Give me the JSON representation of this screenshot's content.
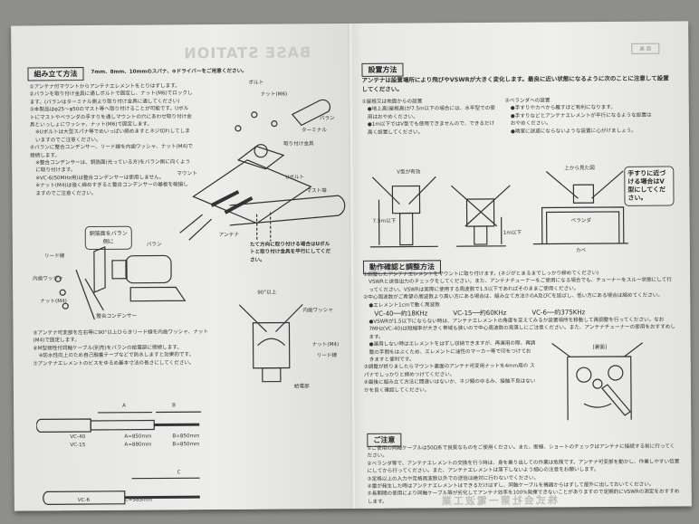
{
  "left": {
    "assembly_title": "組み立て方法",
    "tools_note": "7mm、8mm、10mmのスパナ、⊕ドライバーをご用意ください。",
    "steps": [
      "①アンテナ付マウントからアンテナエレメントをとりはずします。",
      "②バランを取り付け金具に通しボルトで固定し、ナット(M6)でロックします。(バランはターミナル側より取り付け金具に通してください)",
      "③本製品はφ25〜φ50のマスト等へ取り付けることが可能です。Uボルトにマストやベランダの手すりを通しマウントの穴にあわせ取り付け金具といっしょにワッシャ、ナット(M6)で固定します。",
      "※Uボルトは大型スパナ等でめいっぱい締めますとネジ切れしてしまいますのでご注意ください。",
      "④バランに整合コンデンサー、リード線を内歯ワッシャ、ナット(M4)で接続します。",
      "※整合コンデンサーは、銅箔面(光っている方)をバラン側に向くように取り付けます。",
      "※VC-6(50MHz用)は整合コンデンサーは使用しません。",
      "※ナット(M4)は強く締めすぎると整合コンデンサーの基板を破損しますのでご注意ください。"
    ],
    "steps2": [
      "⑤アンテナ可変部を左右等に90°以上ひらきリード線を内歯ワッシャ、ナット(M4)で固定します。",
      "⑥M型接栓付同軸ケーブル(別売)をバランの給電部に接続します。",
      "※防水性向上のため自己融着テープなどで防水しますと効果的です。",
      "⑦アンテナエレメントのビスをゆるめ基本寸法の長さにしてください。"
    ],
    "diagram_labels": {
      "bolt": "ボルト",
      "nut_m6": "ナット(M6)",
      "balun": "バラン",
      "terminal": "ターミナル",
      "bracket": "取り付け金具",
      "mount": "マウント",
      "u_bolt": "Uボルト",
      "mast": "マスト等",
      "antenna": "アンテナ",
      "lead_wire": "リード線",
      "inner_washer": "内歯ワッシャ",
      "nut_m4": "ナット(M4)",
      "capacitor": "整合コンデンサー",
      "copper_note": "銅箔面をバラン側に",
      "vertical_note": "たて方向に取り付ける場合はUボルトと取り付け金具を平行にしてください。",
      "feed": "給電部",
      "deg90": "90°以上",
      "nut_m4b": "ナット(M4)",
      "lead_wire2": "リード線",
      "washer2": "内歯ワッシャ"
    },
    "dimensions": {
      "A": "A",
      "B": "B",
      "C": "C",
      "vc40": "VC-40",
      "vc15": "VC-15",
      "vc6": "VC-6",
      "a40": "A=850mm",
      "a15": "A=880mm",
      "b40": "B=850mm",
      "b15": "B=850mm",
      "c6": "C=585mm"
    },
    "watermark": "BASE STATION"
  },
  "right": {
    "install_title": "設置方法",
    "install_intro": "アンテナは設置場所により飛びやVSWRが大きく変化します。最良に近い状態になるように次のことに注意して設置してください。",
    "ground_title": "①屋根又は地面からの設置",
    "ground_items": [
      "●地上高(屋根高)が7.5m以下の場合には、水平型での使用はおやめください。",
      "●1m以下ではV型でも使用できませんので、できるだけ高く設置してください。"
    ],
    "balcony_title": "②ベランダへの設置",
    "balcony_items": [
      "●手すりやカベから離すほど有利になります。",
      "●手すりなどとアンテナエレメントが平行になるような設置はおやめください。",
      "●隣室に迷惑にならないような設置に心がけましょう。"
    ],
    "fig_labels": {
      "v_best": "V型が有効",
      "h75": "7.5m以下",
      "h1": "1m以下",
      "top_view": "上から見た図",
      "veranda": "ベランダ",
      "wall": "カベ"
    },
    "balcony_note": "手すりに近づける場合はV型にしてください。",
    "page_tag": "裏 面",
    "check_title": "動作確認と調整方法",
    "check_items": [
      "①調整したアンテナエレメントをマウントに取り付けます。(ネジがとまるまでしっかり締めてください)",
      "VSWRと送信出力のチェックをしてください。また、アンテナチューナーをご使用になる場合でも、チューナーをスルー状態にして行ってください。VSWRは実際に使用する周波数で1.5以下であればそのままご使用ください。",
      "②中心周波数がご希望の周波数より高い方にある場合は、組み立て方法⑦のA及びCを延ばし、低い方にある場合は縮めてください。",
      "●エレメント1cmで動く周波数"
    ],
    "freq": [
      "VC-40──約18KHz",
      "VC-15──約60KHz",
      "VC-6──約375KHz"
    ],
    "check_items2": [
      "●VSWRが1.5以下にならない時は、アンテナエレメントの角度を変えてみるか設置場所を移動して再調整を行ってください。なお7MHz(VC-40)は短縮率が大きく帯域も狭いので中心周波数の見落しにご注意ください。また、アンテナチューナーの使用をおすすめします。",
      "●運用しない時はエレメントをはずし収納できますが、再運用の際、再調整の手間をはぶくため、エレメントに油性のマーカー等で印をつけておきますと便利です。",
      "③調整が終りましたらマウント裏面のアンテナ可変用ナットを4mm用の スパナでしっかりと締めつけてください。",
      "④最後に組み立て方法に間違いはないか、ネジ類のゆるみ、接触不良はないかを良く確認してください。"
    ],
    "back_label": "[裏面]",
    "caution_title": "ご注意",
    "cautions": [
      "①ご使用の同軸ケーブルは50Ω系で良質なものをご使用ください。また、断線、ショートのチェックはアンテナに接続する前に行ってください。",
      "②ベランダ等で、アンテナエレメントの交換を行う時は、身を乗り出しての作業は危険です。アンテナ可変部を動かし、作業しやすい位置にしてから行ってください。また、アンテナエレメントは落下しないよう細心の注意をお願いします。",
      "③定格以上の入力や定格周波数以外での送信は絶対に行わないでください。",
      "④雷が発生した時はアンテナエレメントはできるだけはずし、同軸ケーブルを機器からはずして屋外に出しておいてください。",
      "⑤長期間の使用により同軸ケーブル等が劣化してアンテナ効率を100%発揮できないことがありますので定期的にVSWRの測定をおすすめします。"
    ],
    "footer_mirrored": "株式会社第一電波工業"
  }
}
